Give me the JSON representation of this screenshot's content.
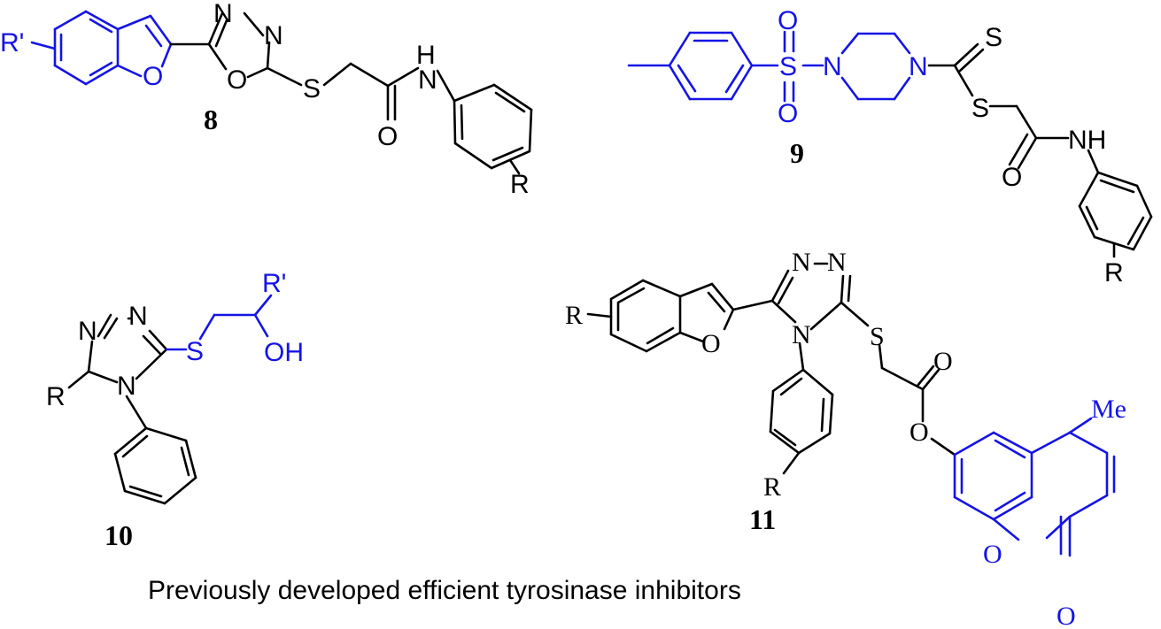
{
  "caption": "Previously developed efficient tyrosinase inhibitors",
  "colors": {
    "highlight": "#1414e6",
    "default": "#000000",
    "background": "#ffffff"
  },
  "compounds": [
    {
      "id": "8",
      "atoms": {
        "r_prime": "R'",
        "o_furan": "O",
        "n1": "N",
        "n2": "N",
        "o_oxadiazole": "O",
        "s": "S",
        "h": "H",
        "n_amide": "N",
        "o_carbonyl": "O",
        "r": "R"
      }
    },
    {
      "id": "9",
      "atoms": {
        "o_top": "O",
        "s_sulfonyl": "S",
        "o_bottom": "O",
        "n_pip1": "N",
        "n_pip2": "N",
        "s_thione": "S",
        "s_thio": "S",
        "o_carbonyl": "O",
        "nh": "NH",
        "r": "R"
      }
    },
    {
      "id": "10",
      "atoms": {
        "n1": "N",
        "n2": "N",
        "r": "R",
        "n4": "N",
        "s": "S",
        "r_prime": "R'",
        "oh": "OH"
      }
    },
    {
      "id": "11",
      "atoms": {
        "n1": "N",
        "n2": "N",
        "r": "R",
        "o_furan": "O",
        "n4": "N",
        "s": "S",
        "o_carbonyl": "O",
        "o_ester": "O",
        "r_para": "R",
        "me": "Me",
        "o_ring": "O",
        "o_lactone": "O"
      }
    }
  ]
}
